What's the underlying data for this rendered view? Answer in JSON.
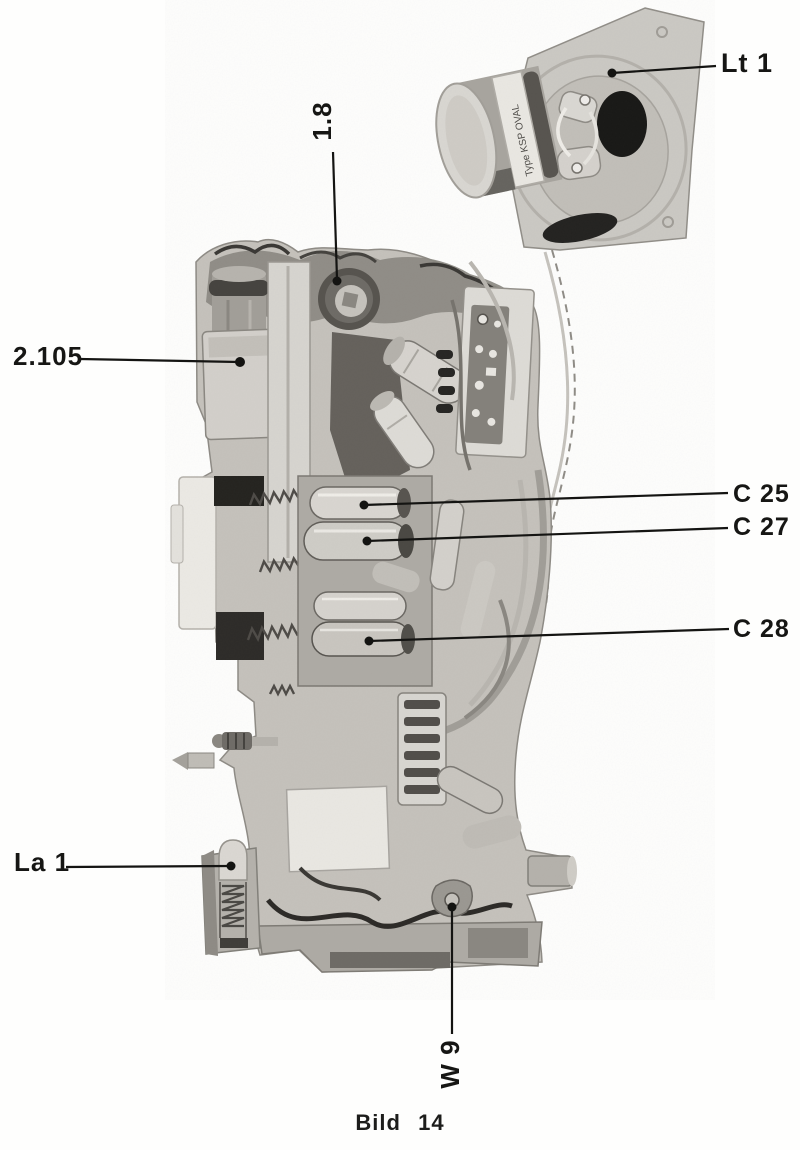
{
  "figure": {
    "caption": "Bild 14",
    "description": "scanned service-manual photograph of a radio chassis with oval loudspeaker"
  },
  "speaker": {
    "magnet_label": "Type KSP OVAL"
  },
  "callouts": {
    "lt1": {
      "label": "Lt 1"
    },
    "n18": {
      "label": "1.8"
    },
    "n2105": {
      "label": "2.105"
    },
    "c25": {
      "label": "C 25"
    },
    "c27": {
      "label": "C 27"
    },
    "c28": {
      "label": "C 28"
    },
    "la1": {
      "label": "La 1"
    },
    "w9": {
      "label": "W 9"
    }
  },
  "colors": {
    "paper": "#fefefd",
    "ink": "#161614",
    "photo_light": "#dcdad5",
    "photo_mid": "#a9a6a0",
    "photo_dark": "#55524d",
    "photo_black": "#1b1a18"
  }
}
